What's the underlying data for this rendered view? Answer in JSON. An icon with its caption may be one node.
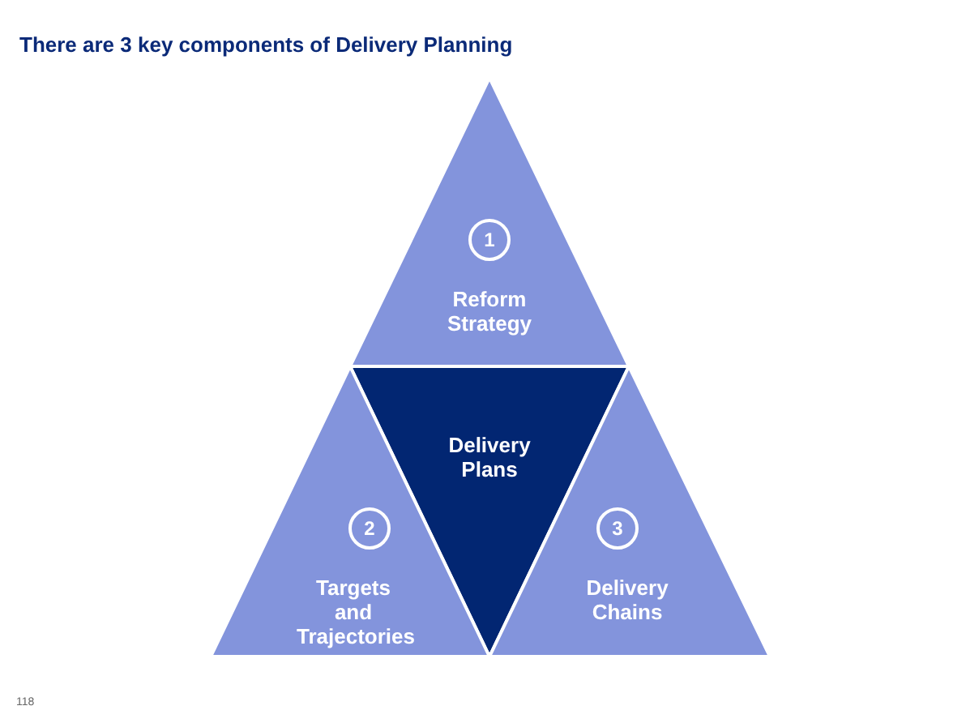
{
  "diagram": {
    "title": "There are 3 key components of Delivery Planning",
    "nodes": [
      {
        "text": [
          "Reform Strategy"
        ]
      },
      {
        "text": [
          "1"
        ],
        "in": 0
      },
      {
        "text": [
          "Delivery Plans"
        ]
      },
      {
        "text": [
          "Targets and Trajectories"
        ]
      },
      {
        "text": [
          "2"
        ],
        "in": 3
      },
      {
        "text": [
          "Delivery Chains"
        ]
      },
      {
        "text": [
          "3"
        ],
        "in": 5
      }
    ],
    "labels": [
      "118"
    ]
  }
}
